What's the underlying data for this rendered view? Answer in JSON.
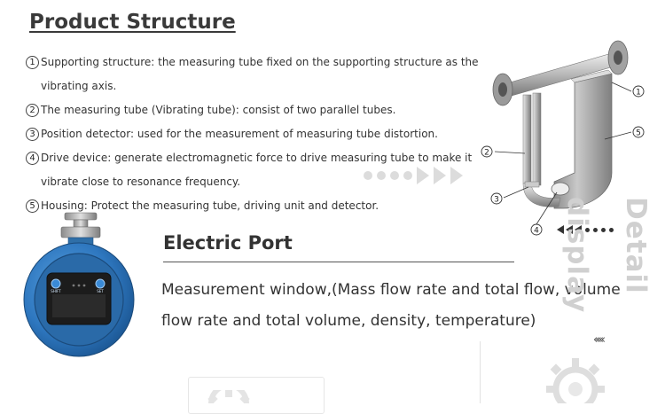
{
  "product_structure": {
    "title": "Product Structure",
    "items": [
      {
        "num": "1",
        "text": "Supporting structure: the measuring tube fixed on the supporting structure as the vibrating axis."
      },
      {
        "num": "2",
        "text": "The measuring tube (Vibrating tube): consist of two parallel tubes."
      },
      {
        "num": "3",
        "text": "Position detector: used for the measurement of measuring tube distortion."
      },
      {
        "num": "4",
        "text": "Drive device: generate electromagnetic force to drive measuring tube to make it vibrate close to resonance frequency."
      },
      {
        "num": "5",
        "text": "Housing: Protect the measuring tube, driving unit and detector."
      }
    ]
  },
  "diagram_callouts": [
    "1",
    "2",
    "3",
    "4",
    "5"
  ],
  "electric_port": {
    "title": "Electric Port",
    "description": "Measurement window,(Mass flow rate and total flow, volume flow rate and total volume, density, temperature)"
  },
  "meter": {
    "left_button_label": "SHIFT",
    "right_button_label": "SET"
  },
  "side_banner": "Detail display",
  "colors": {
    "housing_blue": "#2e77bf",
    "tube_grey": "#a9a9a9",
    "watermark_grey": "#d0d0d0"
  }
}
